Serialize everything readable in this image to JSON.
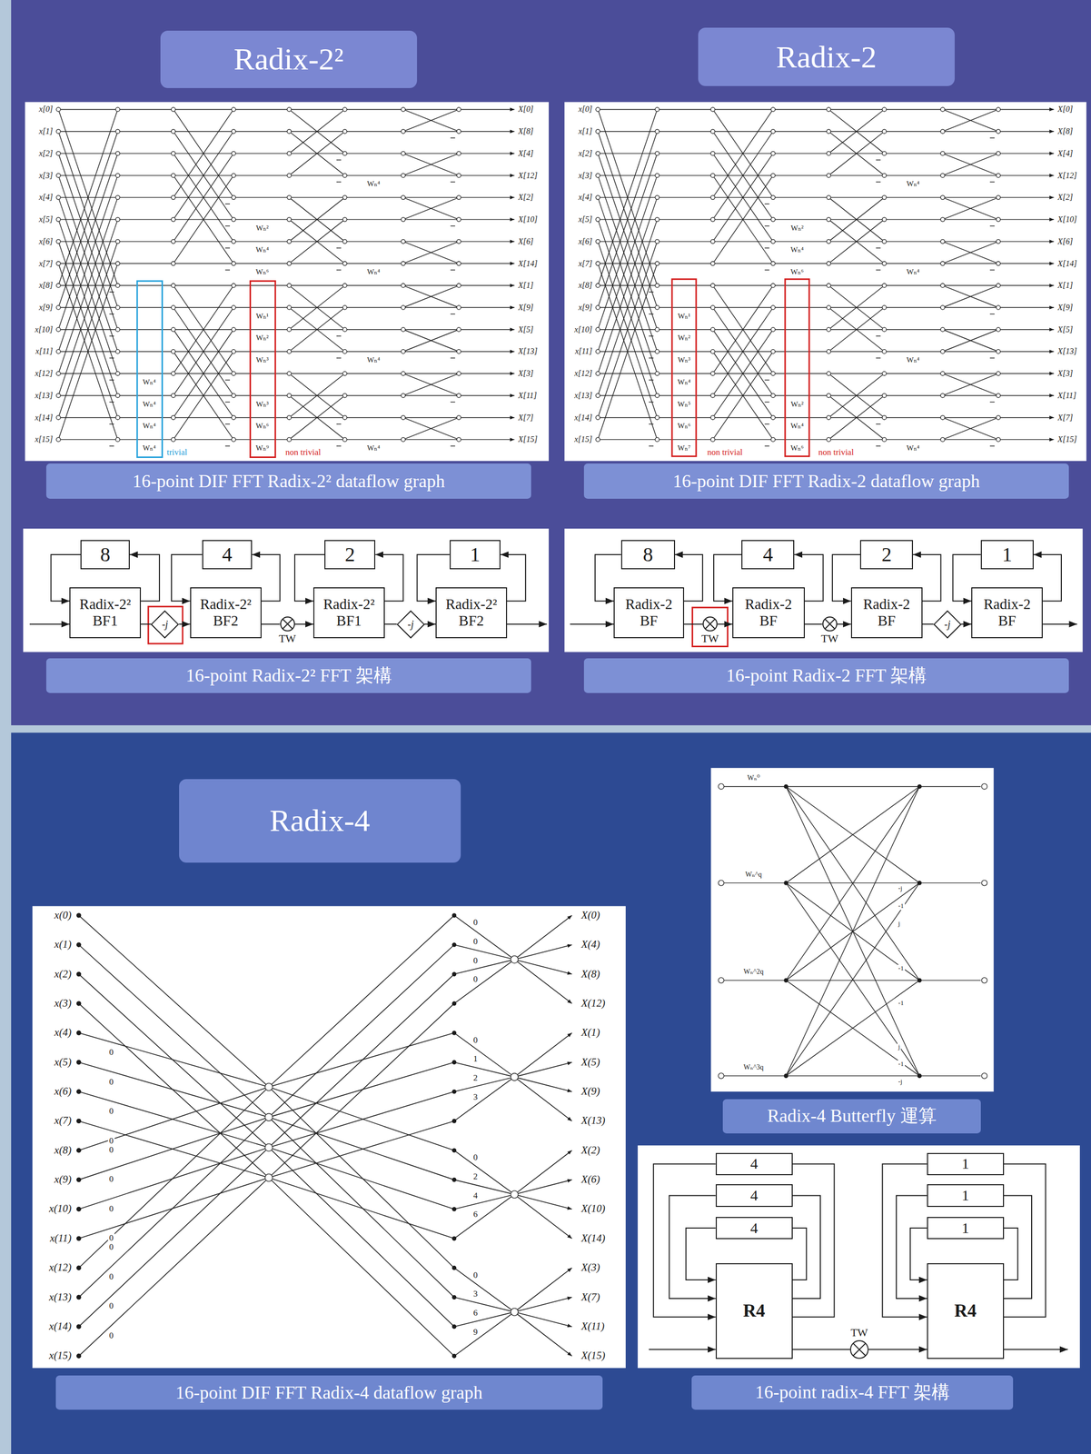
{
  "diagram": {
    "nodes": [
      {
        "text": [
          "Radix-2²"
        ]
      },
      {
        "text": [
          "Radix-2"
        ]
      },
      {
        "text": [
          "16-point DIF FFT Radix-2² dataflow graph"
        ]
      },
      {
        "text": [
          "16-point DIF FFT Radix-2 dataflow graph"
        ]
      },
      {
        "text": [
          "8"
        ]
      },
      {
        "text": [
          "Radix-2² BF1"
        ]
      },
      {
        "text": [
          "-j"
        ]
      },
      {
        "text": [
          "4"
        ]
      },
      {
        "text": [
          "Radix-2² BF2"
        ]
      },
      {
        "text": [
          "TW"
        ]
      },
      {
        "text": [
          "2"
        ]
      },
      {
        "text": [
          "Radix-2² BF1"
        ]
      },
      {
        "text": [
          "-j"
        ]
      },
      {
        "text": [
          "1"
        ]
      },
      {
        "text": [
          "Radix-2² BF2"
        ]
      },
      {
        "text": [
          "8"
        ]
      },
      {
        "text": [
          "Radix-2 BF"
        ]
      },
      {
        "text": [
          "TW"
        ]
      },
      {
        "text": [
          "4"
        ]
      },
      {
        "text": [
          "Radix-2 BF"
        ]
      },
      {
        "text": [
          "TW"
        ]
      },
      {
        "text": [
          "2"
        ]
      },
      {
        "text": [
          "Radix-2 BF"
        ]
      },
      {
        "text": [
          "-j"
        ]
      },
      {
        "text": [
          "1"
        ]
      },
      {
        "text": [
          "Radix-2 BF"
        ]
      },
      {
        "text": [
          "16-point Radix-2² FFT 架構"
        ]
      },
      {
        "text": [
          "16-point Radix-2 FFT 架構"
        ]
      },
      {
        "text": [
          "Radix-4"
        ]
      },
      {
        "text": [
          "16-point DIF FFT Radix-4 dataflow graph"
        ]
      },
      {
        "text": [
          "Radix-4 Butterfly 運算"
        ]
      },
      {
        "text": [
          "4"
        ]
      },
      {
        "text": [
          "4"
        ]
      },
      {
        "text": [
          "4"
        ]
      },
      {
        "text": [
          "R4"
        ]
      },
      {
        "text": [
          "TW"
        ]
      },
      {
        "text": [
          "1"
        ]
      },
      {
        "text": [
          "1"
        ]
      },
      {
        "text": [
          "1"
        ]
      },
      {
        "text": [
          "R4"
        ]
      },
      {
        "text": [
          "16-point radix-4 FFT 架構"
        ]
      }
    ],
    "edges": [
      {
        "from": 5,
        "to": 4,
        "arrow": "to"
      },
      {
        "from": 4,
        "to": 5,
        "arrow": "to"
      },
      {
        "from": 5,
        "to": 6,
        "arrow": "none"
      },
      {
        "from": 6,
        "to": 8,
        "arrow": "to"
      },
      {
        "from": 8,
        "to": 7,
        "arrow": "to"
      },
      {
        "from": 7,
        "to": 8,
        "arrow": "to"
      },
      {
        "from": 8,
        "to": 9,
        "arrow": "none"
      },
      {
        "from": 9,
        "to": 11,
        "arrow": "to"
      },
      {
        "from": 11,
        "to": 10,
        "arrow": "to"
      },
      {
        "from": 10,
        "to": 11,
        "arrow": "to"
      },
      {
        "from": 11,
        "to": 12,
        "arrow": "none"
      },
      {
        "from": 12,
        "to": 14,
        "arrow": "to"
      },
      {
        "from": 14,
        "to": 13,
        "arrow": "to"
      },
      {
        "from": 13,
        "to": 14,
        "arrow": "to"
      },
      {
        "from": 16,
        "to": 15,
        "arrow": "to"
      },
      {
        "from": 15,
        "to": 16,
        "arrow": "to"
      },
      {
        "from": 16,
        "to": 17,
        "arrow": "none"
      },
      {
        "from": 17,
        "to": 19,
        "arrow": "to"
      },
      {
        "from": 19,
        "to": 18,
        "arrow": "to"
      },
      {
        "from": 18,
        "to": 19,
        "arrow": "to"
      },
      {
        "from": 19,
        "to": 20,
        "arrow": "none"
      },
      {
        "from": 20,
        "to": 22,
        "arrow": "to"
      },
      {
        "from": 22,
        "to": 21,
        "arrow": "to"
      },
      {
        "from": 21,
        "to": 22,
        "arrow": "to"
      },
      {
        "from": 22,
        "to": 23,
        "arrow": "none"
      },
      {
        "from": 23,
        "to": 25,
        "arrow": "to"
      },
      {
        "from": 25,
        "to": 24,
        "arrow": "to"
      },
      {
        "from": 24,
        "to": 25,
        "arrow": "to"
      },
      {
        "from": 34,
        "to": 31,
        "arrow": "none"
      },
      {
        "from": 31,
        "to": 34,
        "arrow": "to"
      },
      {
        "from": 34,
        "to": 32,
        "arrow": "none"
      },
      {
        "from": 32,
        "to": 34,
        "arrow": "to"
      },
      {
        "from": 34,
        "to": 33,
        "arrow": "none"
      },
      {
        "from": 33,
        "to": 34,
        "arrow": "to"
      },
      {
        "from": 34,
        "to": 35,
        "arrow": "none"
      },
      {
        "from": 35,
        "to": 39,
        "arrow": "to"
      },
      {
        "from": 39,
        "to": 36,
        "arrow": "none"
      },
      {
        "from": 36,
        "to": 39,
        "arrow": "to"
      },
      {
        "from": 39,
        "to": 37,
        "arrow": "none"
      },
      {
        "from": 37,
        "to": 39,
        "arrow": "to"
      },
      {
        "from": 39,
        "to": 38,
        "arrow": "none"
      },
      {
        "from": 38,
        "to": 39,
        "arrow": "to"
      }
    ],
    "labels": [
      "x[0]",
      "x[1]",
      "x[2]",
      "x[3]",
      "x[4]",
      "x[5]",
      "x[6]",
      "x[7]",
      "x[8]",
      "x[9]",
      "x[10]",
      "x[11]",
      "x[12]",
      "x[13]",
      "x[14]",
      "x[15]",
      "X[0]",
      "X[8]",
      "X[4]",
      "X[12]",
      "X[2]",
      "X[10]",
      "X[6]",
      "X[14]",
      "X[1]",
      "X[9]",
      "X[5]",
      "X[13]",
      "X[3]",
      "X[11]",
      "X[7]",
      "X[15]",
      "Wₙ⁴",
      "Wₙ⁴",
      "Wₙ⁴",
      "Wₙ⁴",
      "trivial",
      "Wₙ²",
      "Wₙ⁴",
      "Wₙ⁶",
      "Wₙ¹",
      "Wₙ²",
      "Wₙ³",
      "Wₙ³",
      "Wₙ⁶",
      "Wₙ⁹",
      "non trivial",
      "Wₙ⁴",
      "Wₙ⁴",
      "Wₙ⁴",
      "Wₙ⁴",
      "x[0]",
      "x[1]",
      "x[2]",
      "x[3]",
      "x[4]",
      "x[5]",
      "x[6]",
      "x[7]",
      "x[8]",
      "x[9]",
      "x[10]",
      "x[11]",
      "x[12]",
      "x[13]",
      "x[14]",
      "x[15]",
      "X[0]",
      "X[8]",
      "X[4]",
      "X[12]",
      "X[2]",
      "X[10]",
      "X[6]",
      "X[14]",
      "X[1]",
      "X[9]",
      "X[5]",
      "X[13]",
      "X[3]",
      "X[11]",
      "X[7]",
      "X[15]",
      "Wₙ¹",
      "Wₙ²",
      "Wₙ³",
      "Wₙ⁴",
      "Wₙ⁵",
      "Wₙ⁶",
      "Wₙ⁷",
      "non trivial",
      "Wₙ²",
      "Wₙ⁴",
      "Wₙ⁶",
      "Wₙ²",
      "Wₙ⁴",
      "Wₙ⁶",
      "non trivial",
      "Wₙ⁴",
      "Wₙ⁴",
      "Wₙ⁴",
      "Wₙ⁴",
      "x(0)",
      "x(1)",
      "x(2)",
      "x(3)",
      "x(4)",
      "x(5)",
      "x(6)",
      "x(7)",
      "x(8)",
      "x(9)",
      "x(10)",
      "x(11)",
      "x(12)",
      "x(13)",
      "x(14)",
      "x(15)",
      "0",
      "0",
      "0",
      "0",
      "0",
      "0",
      "0",
      "0",
      "0",
      "0",
      "0",
      "0",
      "0",
      "0",
      "0",
      "0",
      "0",
      "1",
      "2",
      "3",
      "0",
      "2",
      "4",
      "6",
      "0",
      "3",
      "6",
      "9",
      "X(0)",
      "X(4)",
      "X(8)",
      "X(12)",
      "X(1)",
      "X(5)",
      "X(9)",
      "X(13)",
      "X(2)",
      "X(6)",
      "X(10)",
      "X(14)",
      "X(3)",
      "X(7)",
      "X(11)",
      "X(15)",
      "Wₙ⁰",
      "Wₙ^q",
      "Wₙ^2q",
      "Wₙ^3q",
      "-j",
      "-1",
      "j",
      "-1",
      "-1",
      "j",
      "-1",
      "-j"
    ]
  }
}
